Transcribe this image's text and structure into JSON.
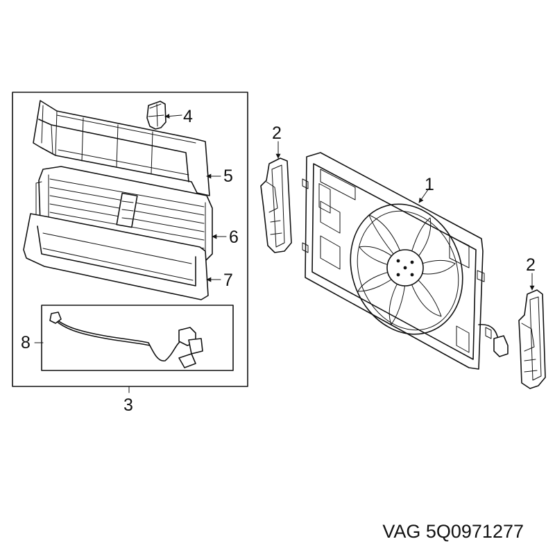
{
  "callouts": {
    "c1": "1",
    "c2a": "2",
    "c2b": "2",
    "c3": "3",
    "c4": "4",
    "c5": "5",
    "c6": "6",
    "c7": "7",
    "c8": "8"
  },
  "caption": "VAG 5Q0971277"
}
